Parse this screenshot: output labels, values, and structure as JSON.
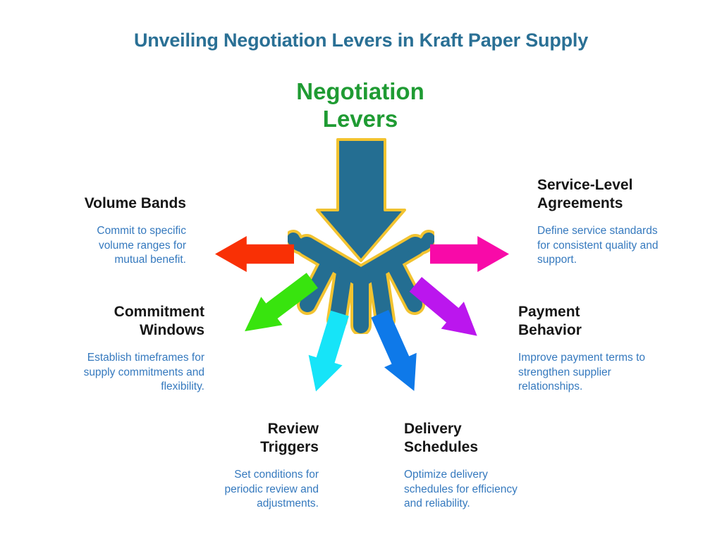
{
  "title": "Unveiling Negotiation Levers in Kraft Paper Supply",
  "center_label": "Negotiation\nLevers",
  "colors": {
    "title_text": "#2a7095",
    "center_label_text": "#1f9b33",
    "hub_blue": "#246e92",
    "hub_outline_gold": "#f2c330",
    "heading_text": "#161616",
    "description_text": "#3579be"
  },
  "levers": [
    {
      "title": "Volume Bands",
      "description": "Commit to specific\nvolume ranges for\nmutual benefit.",
      "arrow_color": "#f93005",
      "arrow_direction": "left"
    },
    {
      "title": "Service-Level\nAgreements",
      "description": "Define service standards\nfor consistent quality and\nsupport.",
      "arrow_color": "#f80aa8",
      "arrow_direction": "right"
    },
    {
      "title": "Commitment\nWindows",
      "description": "Establish timeframes for\nsupply commitments and\nflexibility.",
      "arrow_color": "#38e40e",
      "arrow_direction": "down-left"
    },
    {
      "title": "Payment\nBehavior",
      "description": "Improve payment terms to\nstrengthen supplier\nrelationships.",
      "arrow_color": "#bb16ee",
      "arrow_direction": "down-right"
    },
    {
      "title": "Review\nTriggers",
      "description": "Set conditions for\nperiodic review and\nadjustments.",
      "arrow_color": "#16e4f8",
      "arrow_direction": "down-left-steep"
    },
    {
      "title": "Delivery\nSchedules",
      "description": "Optimize delivery\nschedules for efficiency\nand reliability.",
      "arrow_color": "#0e79e9",
      "arrow_direction": "down-right-steep"
    }
  ]
}
